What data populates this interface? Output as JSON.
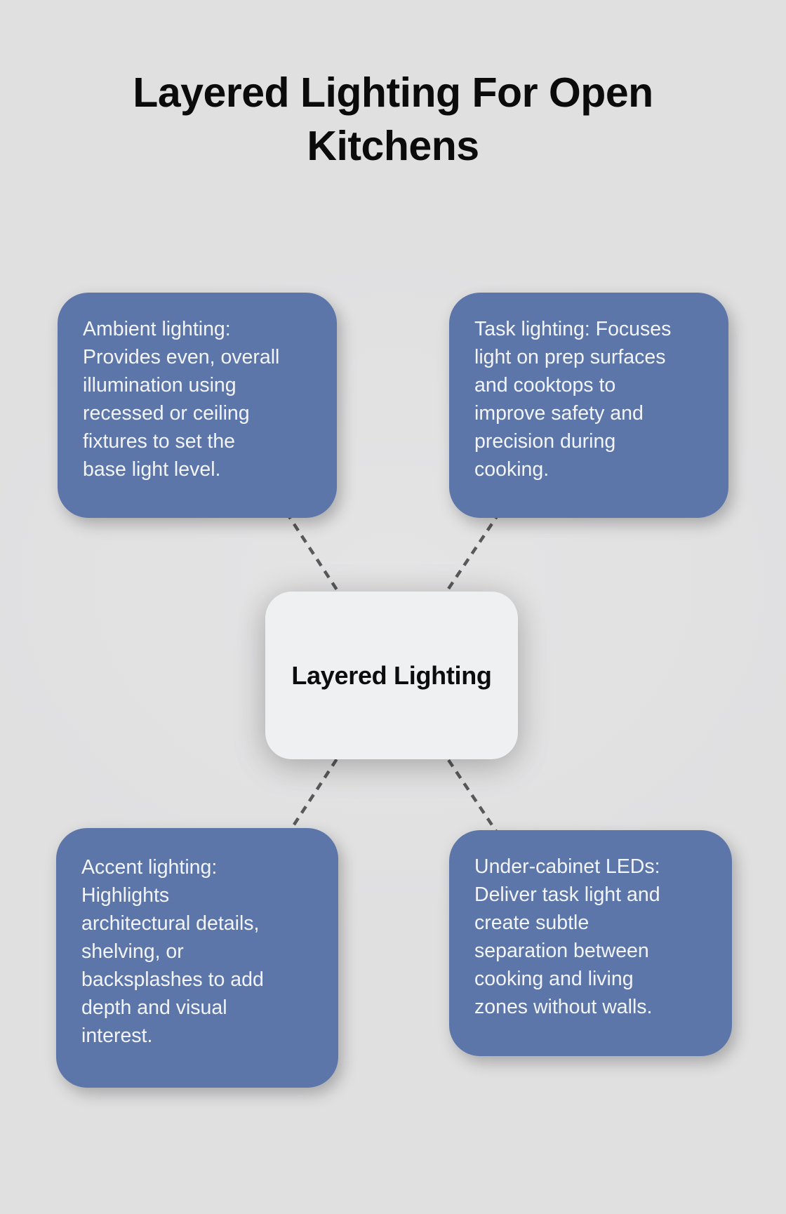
{
  "title": {
    "lines": [
      "Layered Lighting For Open",
      "Kitchens"
    ]
  },
  "center_node": {
    "label": "Layered Lighting"
  },
  "nodes": [
    {
      "id": "ambient-lighting",
      "position": "top-left",
      "lines": [
        "Ambient lighting:",
        "Provides even, overall",
        "illumination using",
        "recessed or ceiling",
        "fixtures to set the",
        "base light level."
      ]
    },
    {
      "id": "task-lighting",
      "position": "top-right",
      "lines": [
        "Task lighting: Focuses",
        "light on prep surfaces",
        "and cooktops to",
        "improve safety and",
        "precision during",
        "cooking."
      ]
    },
    {
      "id": "accent-lighting",
      "position": "bottom-left",
      "lines": [
        "Accent lighting:",
        "Highlights",
        "architectural details,",
        "shelving, or",
        "backsplashes to add",
        "depth and visual",
        "interest."
      ]
    },
    {
      "id": "under-cabinet-leds",
      "position": "bottom-right",
      "lines": [
        "Under-cabinet LEDs:",
        "Deliver task light and",
        "create subtle",
        "separation between",
        "cooking and living",
        "zones without walls."
      ]
    }
  ],
  "colors": {
    "background": "#e0e0e1",
    "node_fill": "#5C76AA",
    "center_fill": "#eef0f2",
    "connector": "#58595a",
    "node_text": "#f2f4f8",
    "title_text": "#0b0b0b"
  }
}
